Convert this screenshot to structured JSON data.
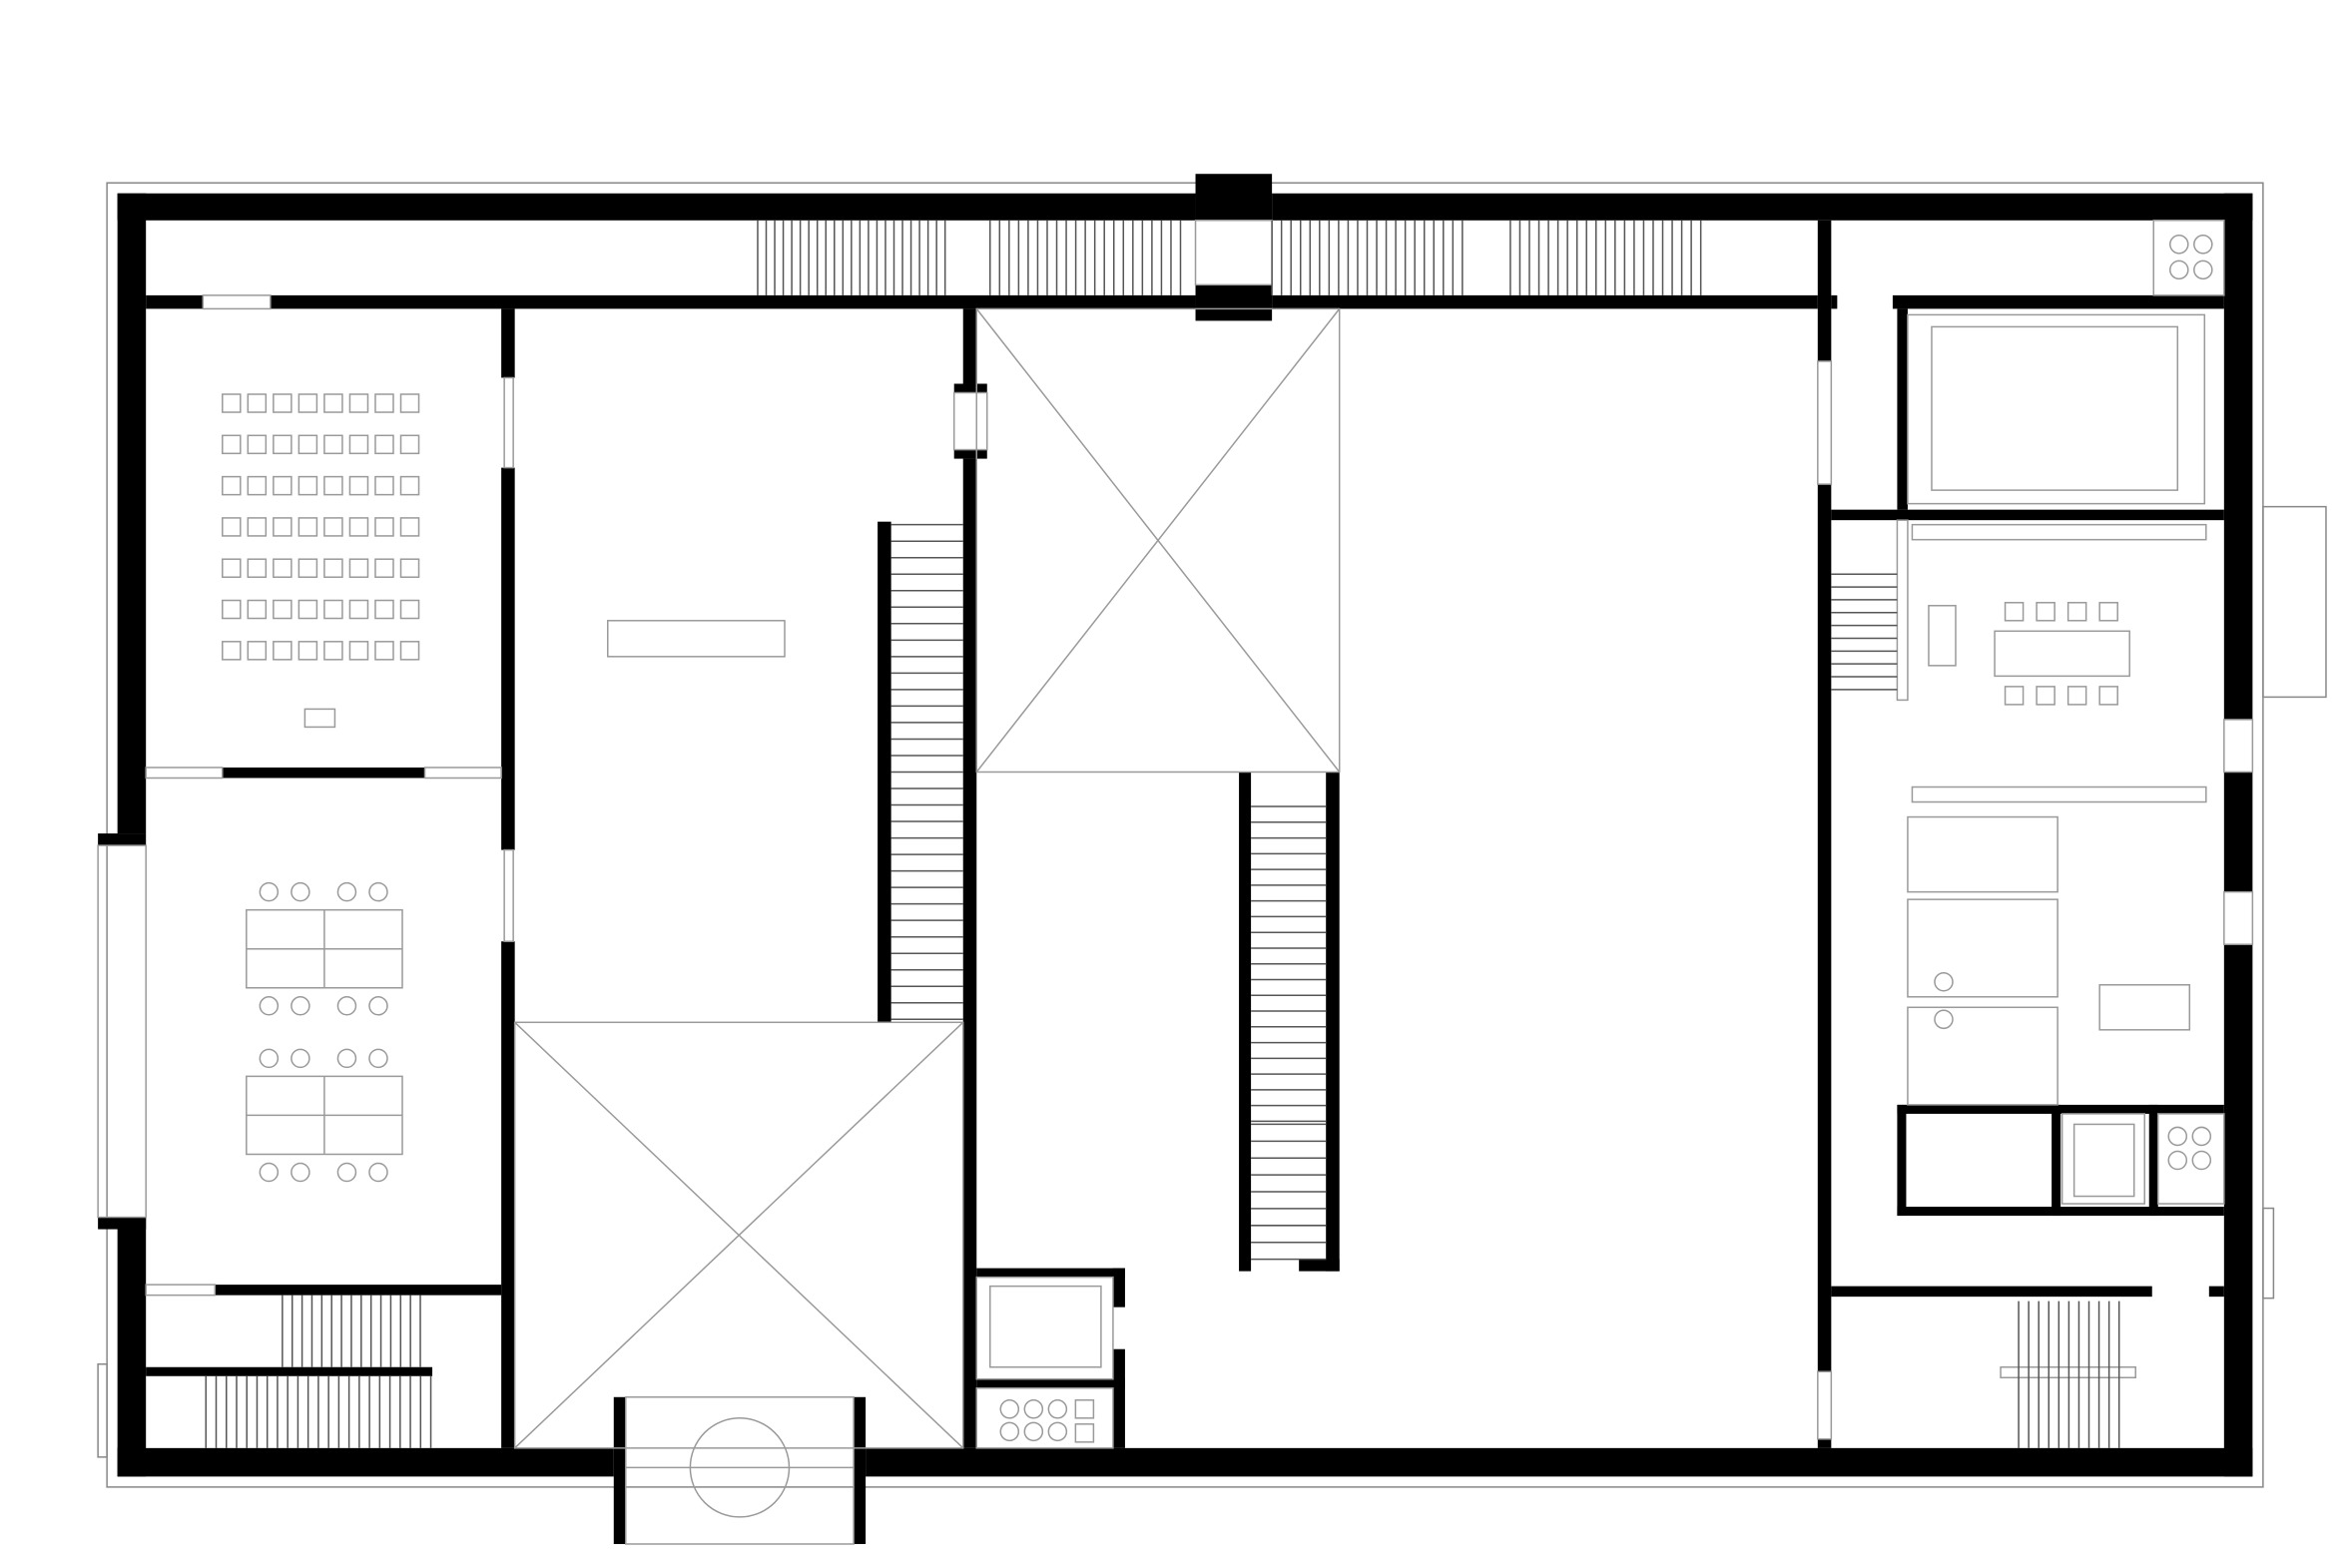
{
  "drawing": {
    "type": "architectural-floor-plan",
    "colors": {
      "background": "#ffffff",
      "wall": "#000000",
      "furniture_line": "#9a9a9a",
      "outline": "#777777"
    },
    "rooms": {
      "seminar_room_chair_rows": 7,
      "seminar_room_chairs_per_row": 8,
      "meeting_tables": 2
    }
  }
}
